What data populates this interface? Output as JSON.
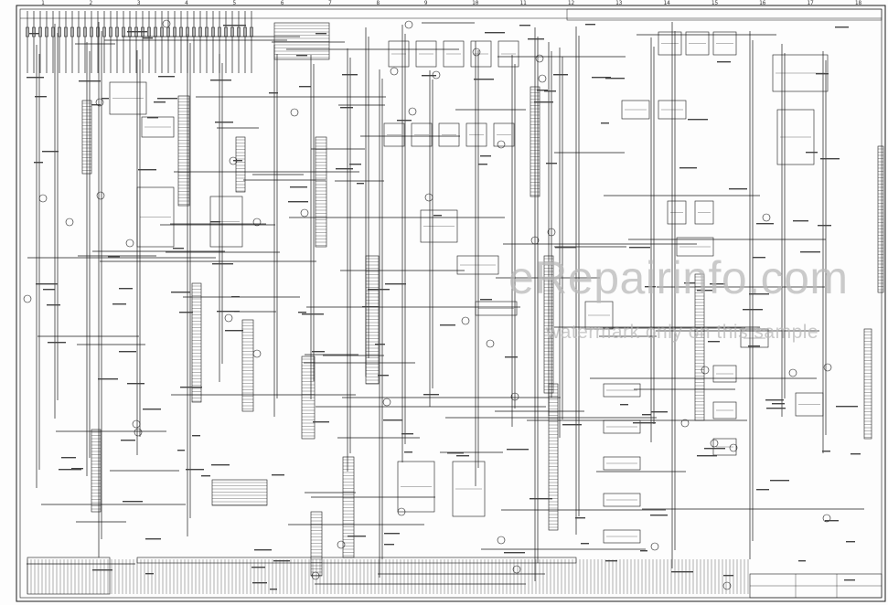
{
  "watermark": {
    "main": "eRepairinfo.com",
    "sub": "watermark only on this sample"
  },
  "grid": {
    "columns": [
      "1",
      "2",
      "3",
      "4",
      "5",
      "6",
      "7",
      "8",
      "9",
      "10",
      "11",
      "12",
      "13",
      "14",
      "15",
      "16",
      "17",
      "18"
    ]
  },
  "colors": {
    "line": "#1a1a1a",
    "paper": "#fdfdfd",
    "watermark": "#b9b9b9"
  }
}
